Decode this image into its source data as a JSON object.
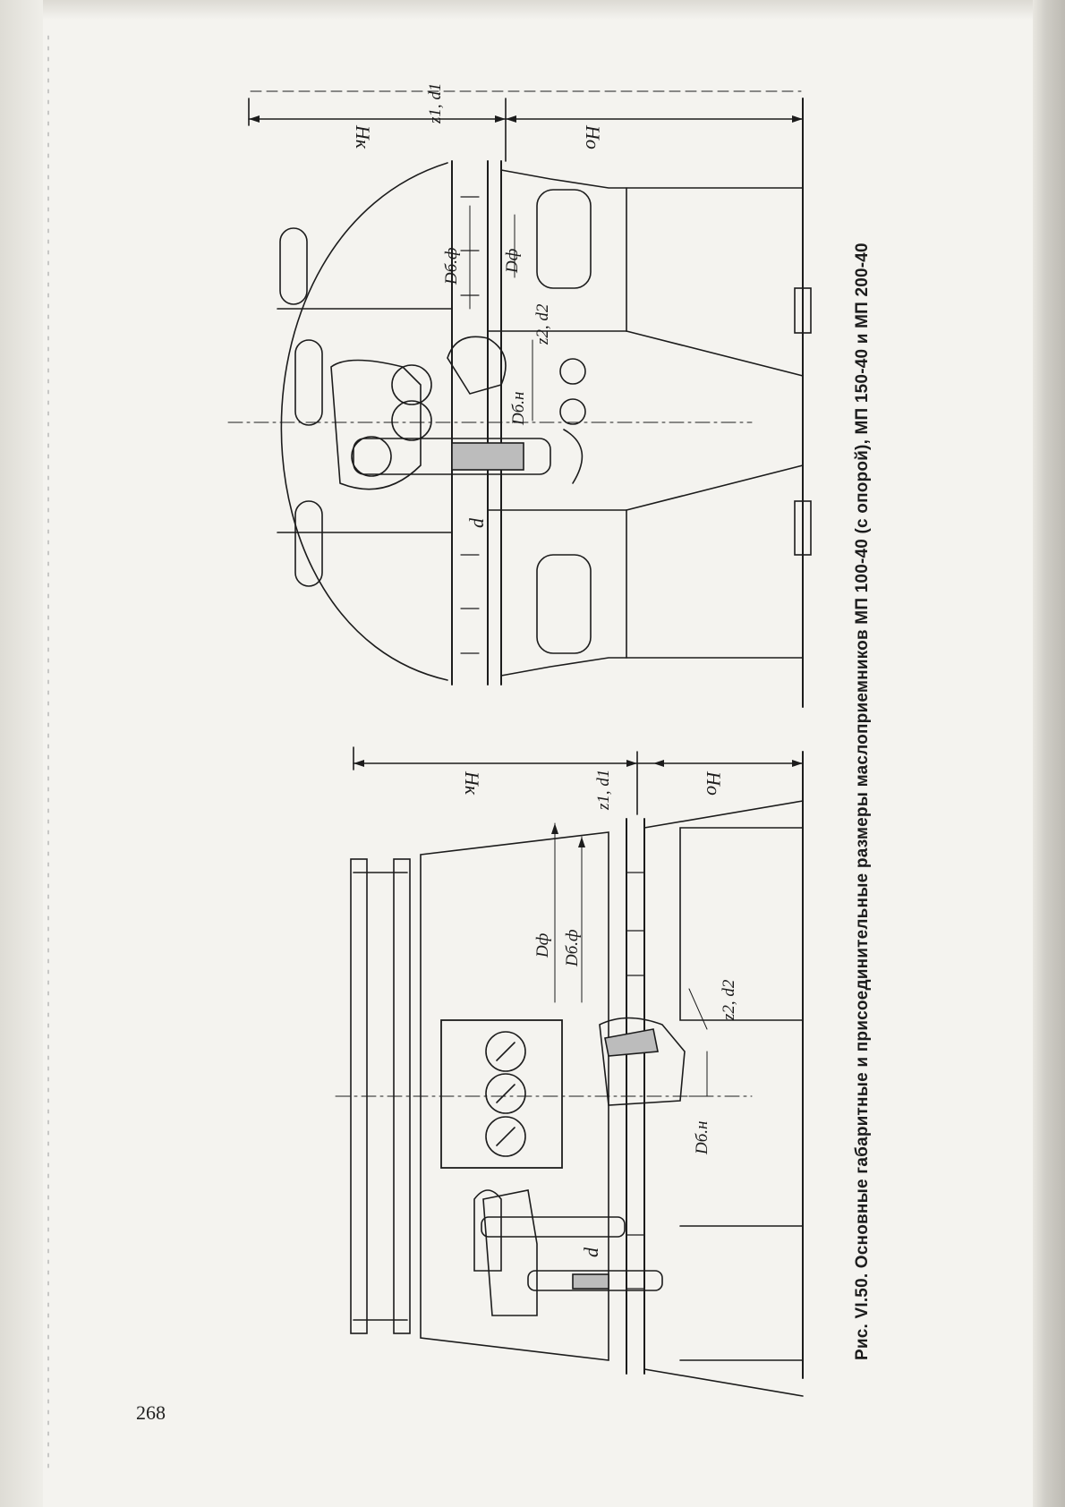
{
  "page_number": "268",
  "caption": "Рис. VI.50. Основные габаритные и присоединительные размеры маслоприемников МП 100-40 (с опорой), МП 150-40 и МП 200-40",
  "figure_top": {
    "labels": {
      "hk": "Hк",
      "ho": "Hо",
      "z1d1": "z1, d1",
      "dbf": "Dб.ф",
      "df": "Dф",
      "z2d2": "z2, d2",
      "dbn": "Dб.н",
      "d": "d"
    }
  },
  "figure_bottom": {
    "labels": {
      "hk": "Hк",
      "ho": "Hо",
      "z1d1": "z1, d1",
      "df": "Dф",
      "dbf": "Dб.ф",
      "z2d2": "z2, d2",
      "dbn": "Dб.н",
      "d": "d"
    }
  }
}
